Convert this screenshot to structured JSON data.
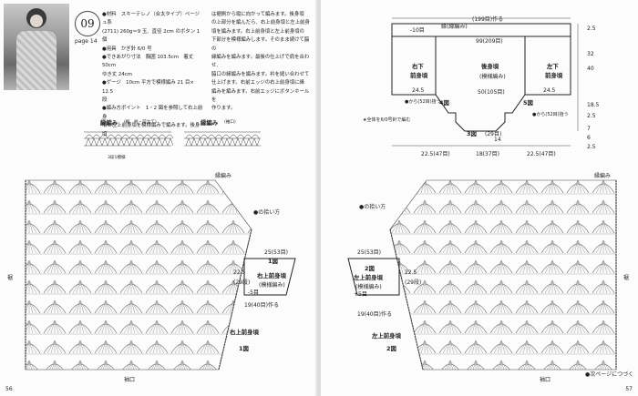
{
  "left": {
    "number": "09",
    "page_ref": "page 14",
    "materials": [
      "●材料　スキーテレノ（合太タイプ）ベージュ系",
      "(2711) 260g＝9 玉、直径 2cm のボタン 1 個",
      "●用具　かぎ針 6/0 号",
      "●できあがり寸法　胸囲 103.5cm　着丈 50cm",
      "ゆき丈 24cm",
      "●ゲージ　10cm 平方で模様編み 21 目× 12.5",
      "段",
      "●編み方ポイント　1・2 図を参照して右上前身",
      "頃と左上前身頃を模様編みで編みます。後身頃"
    ],
    "materials2": [
      "は裾側から縦に向かって編みます。後身頃",
      "の上部分を編んだら、右上前身頃と左上前身",
      "頃を編みます。右上前身頃と左上前身頃の",
      "下部分を模様編みします。そのまま続けて脇の",
      "縁編みを編みます。最後の仕上げで肩を合わせ、",
      "脇口の縁編みを編みます。衿を縫い合わせて",
      "仕上げます。右前エッジの右上前身頃に縁",
      "編みを編みます。右前エッジにボタンホールを",
      "作ります。"
    ],
    "edge_title1": "縁編み",
    "edge_sub1": "(裾、衿・前立て)",
    "edge_title2": "縁編み",
    "edge_sub2": "(袖口)",
    "edge_rows": "3段1模様",
    "label_edge": "縁編み",
    "label_pickup": "●の拾い方",
    "label_side": "裾",
    "label_cuff": "袖口",
    "fig_label_top": "1図",
    "fig_label_mid1": "右上前身頃",
    "fig_label_mid2": "(模様編み)",
    "fig_dim_top": "25(53目)",
    "fig_dim_side": "22.5",
    "fig_dim_side2": "(29段)",
    "fig_dim_bot": "19(40目)作る",
    "fig_dim_small": "-5目",
    "caption1": "右上前身頃",
    "caption2": "1図",
    "folio": "56"
  },
  "right": {
    "dim_top": "(199目)作る",
    "label_edge_top": "縁(縁編み)",
    "dim_back": "99(209目)",
    "dim_10": "-10目",
    "label_rf1": "右下",
    "label_rf2": "前身頃",
    "label_back1": "後身頃",
    "label_back2": "(模様編み)",
    "label_lf1": "左下",
    "label_lf2": "前身頃",
    "dim_24_5l": "24.5",
    "dim_50": "50(105目)",
    "dim_24_5r": "24.5",
    "label_4": "4図",
    "label_5": "5図",
    "pickup_l": "●から(52目)拾う",
    "pickup_r": "●から(52目)拾う",
    "note": "★全体を6/0号針で編む",
    "label_3": "3図",
    "dim_3a": "(29目)",
    "dim_3b": "14",
    "dim_bottom1": "22.5(47目)",
    "dim_bottom2": "18(37目)",
    "dim_bottom3": "22.5(47目)",
    "right_dims": [
      "2.5",
      "32",
      "40",
      "18.5",
      "2.5",
      "7",
      "6",
      "2.5"
    ],
    "label_edge": "縁編み",
    "label_pickup": "●の拾い方",
    "label_side": "裾",
    "label_cuff": "袖口",
    "fig_label_top": "2図",
    "fig_label_mid1": "左上前身頃",
    "fig_label_mid2": "(模様編み)",
    "fig_dim_top": "25(53目)",
    "fig_dim_side": "22.5",
    "fig_dim_side2": "(29段)",
    "fig_dim_bot": "19(40目)作る",
    "fig_dim_small": "+5目",
    "caption1": "左上前身頃",
    "caption2": "2図",
    "next": "●次ページにつづく",
    "folio": "57"
  }
}
